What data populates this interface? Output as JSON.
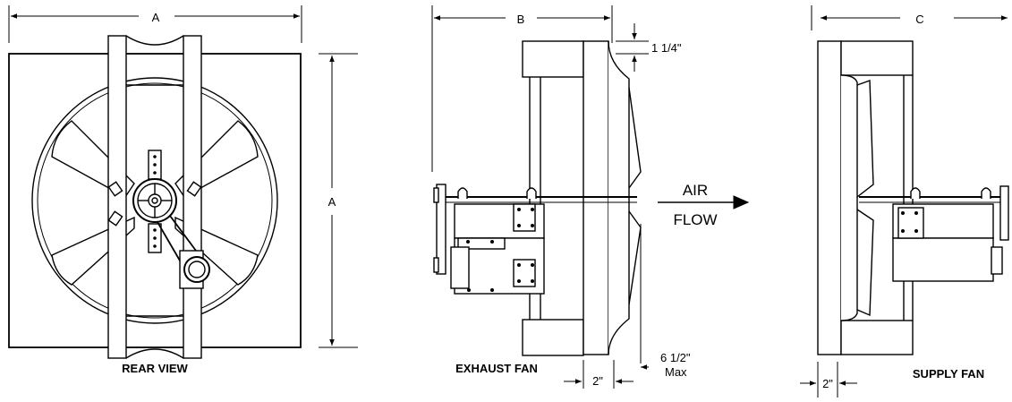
{
  "dimensions": {
    "width_a_top": "A",
    "height_a_side": "A",
    "depth_b": "B",
    "depth_c": "C",
    "gap_top": "1 1/4\"",
    "offset_exhaust": "2\"",
    "offset_supply": "2\"",
    "max_value": "6 1/2\"",
    "max_word": "Max"
  },
  "airflow": {
    "line1": "AIR",
    "line2": "FLOW"
  },
  "views": {
    "rear": "REAR VIEW",
    "exhaust": "EXHAUST FAN",
    "supply": "SUPPLY FAN"
  },
  "colors": {
    "ink": "#000000",
    "panel": "#ffffff",
    "blade_fill": "#ffffff"
  }
}
